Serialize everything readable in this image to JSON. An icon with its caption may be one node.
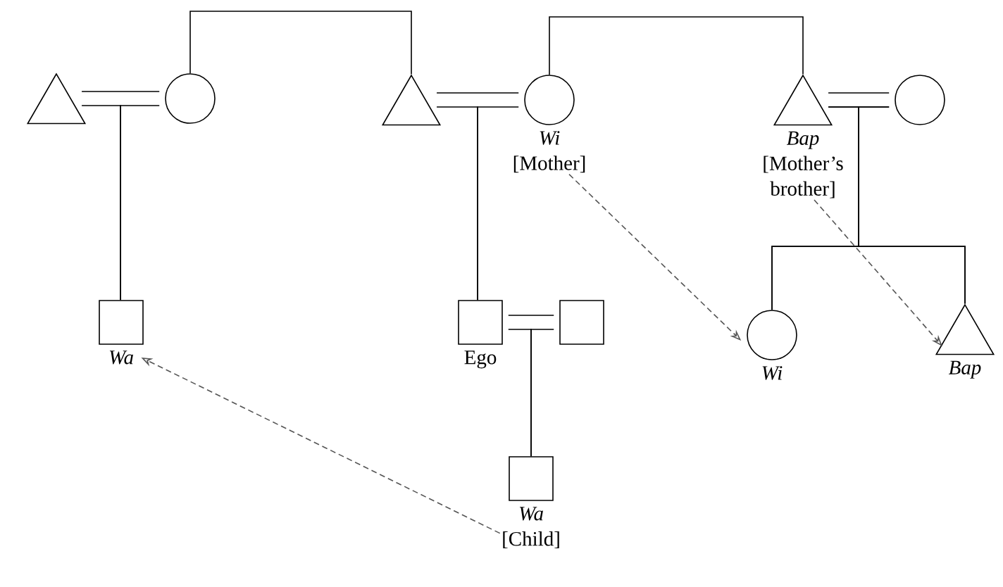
{
  "diagram": {
    "nodes": [
      {
        "text": [],
        "shape": "triangle"
      },
      {
        "text": [],
        "shape": "circle"
      },
      {
        "text": [],
        "shape": "triangle"
      },
      {
        "text": [],
        "shape": "circle",
        "beside": [
          "Wi",
          "[Mother]"
        ]
      },
      {
        "text": [],
        "shape": "triangle",
        "beside": [
          "Bap",
          "[Mother’s brother]"
        ]
      },
      {
        "text": [],
        "shape": "circle"
      },
      {
        "text": [],
        "shape": "square",
        "beside": [
          "Wa"
        ]
      },
      {
        "text": [],
        "shape": "square",
        "beside": [
          "Ego"
        ]
      },
      {
        "text": [],
        "shape": "square"
      },
      {
        "text": [],
        "shape": "circle",
        "beside": [
          "Wi"
        ]
      },
      {
        "text": [],
        "shape": "triangle",
        "beside": [
          "Bap"
        ]
      },
      {
        "text": [],
        "shape": "square",
        "beside": [
          "Wa",
          "[Child]"
        ]
      }
    ],
    "edges": [
      {
        "from": 1,
        "to": 2,
        "arrow": "none"
      },
      {
        "from": 3,
        "to": 4,
        "arrow": "none"
      },
      {
        "from": 0,
        "to": 1,
        "arrow": "none"
      },
      {
        "from": 2,
        "to": 3,
        "arrow": "none"
      },
      {
        "from": 4,
        "to": 5,
        "arrow": "none"
      },
      {
        "from": 7,
        "to": 8,
        "arrow": "none"
      },
      {
        "from": 0,
        "to": 6,
        "arrow": "none"
      },
      {
        "from": 1,
        "to": 6,
        "arrow": "none"
      },
      {
        "from": 2,
        "to": 7,
        "arrow": "none"
      },
      {
        "from": 3,
        "to": 7,
        "arrow": "none"
      },
      {
        "from": 4,
        "to": 9,
        "arrow": "none"
      },
      {
        "from": 5,
        "to": 9,
        "arrow": "none"
      },
      {
        "from": 4,
        "to": 10,
        "arrow": "none"
      },
      {
        "from": 5,
        "to": 10,
        "arrow": "none"
      },
      {
        "from": 7,
        "to": 11,
        "arrow": "none"
      },
      {
        "from": 8,
        "to": 11,
        "arrow": "none"
      },
      {
        "from": 3,
        "to": 9,
        "arrow": "to",
        "style": "dashed",
        "color": "#555555"
      },
      {
        "from": 4,
        "to": 10,
        "arrow": "to",
        "style": "dashed",
        "color": "#555555"
      },
      {
        "from": 11,
        "to": 6,
        "arrow": "to",
        "style": "dashed",
        "color": "#555555"
      }
    ]
  }
}
